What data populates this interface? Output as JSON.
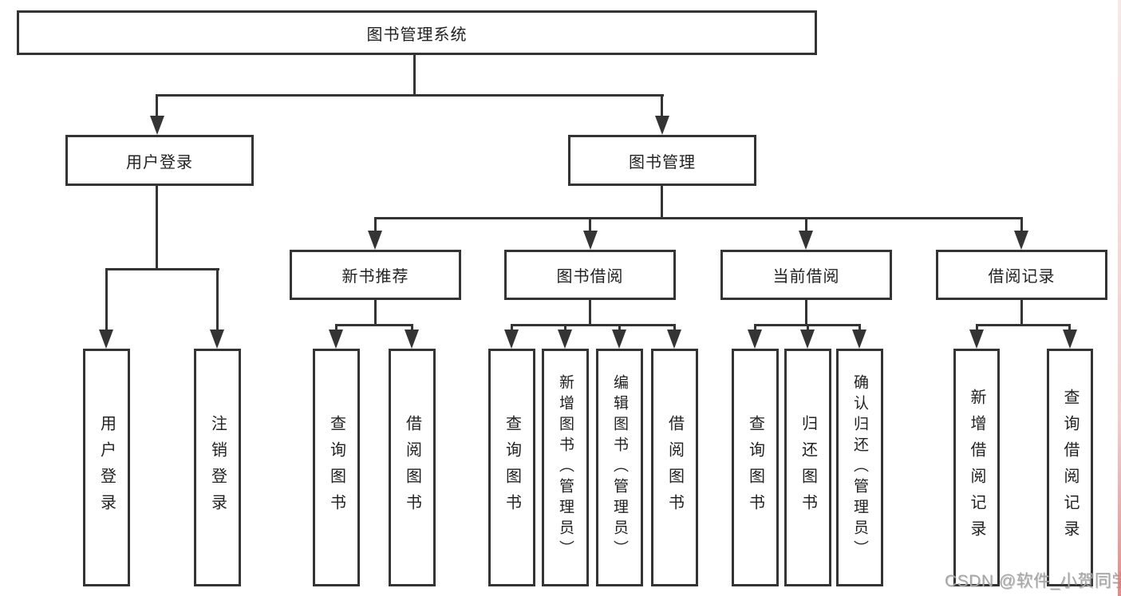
{
  "tree": {
    "label": "图书管理系统",
    "children": [
      {
        "label": "用户登录",
        "children": [
          {
            "label": "用户登录"
          },
          {
            "label": "注销登录"
          }
        ]
      },
      {
        "label": "图书管理",
        "children": [
          {
            "label": "新书推荐",
            "children": [
              {
                "label": "查询图书"
              },
              {
                "label": "借阅图书"
              }
            ]
          },
          {
            "label": "图书借阅",
            "children": [
              {
                "label": "查询图书"
              },
              {
                "label": "新增图书（管理员）"
              },
              {
                "label": "编辑图书（管理员）"
              },
              {
                "label": "借阅图书"
              }
            ]
          },
          {
            "label": "当前借阅",
            "children": [
              {
                "label": "查询图书"
              },
              {
                "label": "归还图书"
              },
              {
                "label": "确认归还（管理员）"
              }
            ]
          },
          {
            "label": "借阅记录",
            "children": [
              {
                "label": "新增借阅记录"
              },
              {
                "label": "查询借阅记录"
              }
            ]
          }
        ]
      }
    ]
  },
  "watermark": {
    "text": "CSDN @软件_小贺同学"
  },
  "colors": {
    "line": "#343434",
    "text": "#222222",
    "box_background": "#ffffff",
    "watermark": "#a6a6a6",
    "edge_strip": "#d98c8c"
  }
}
